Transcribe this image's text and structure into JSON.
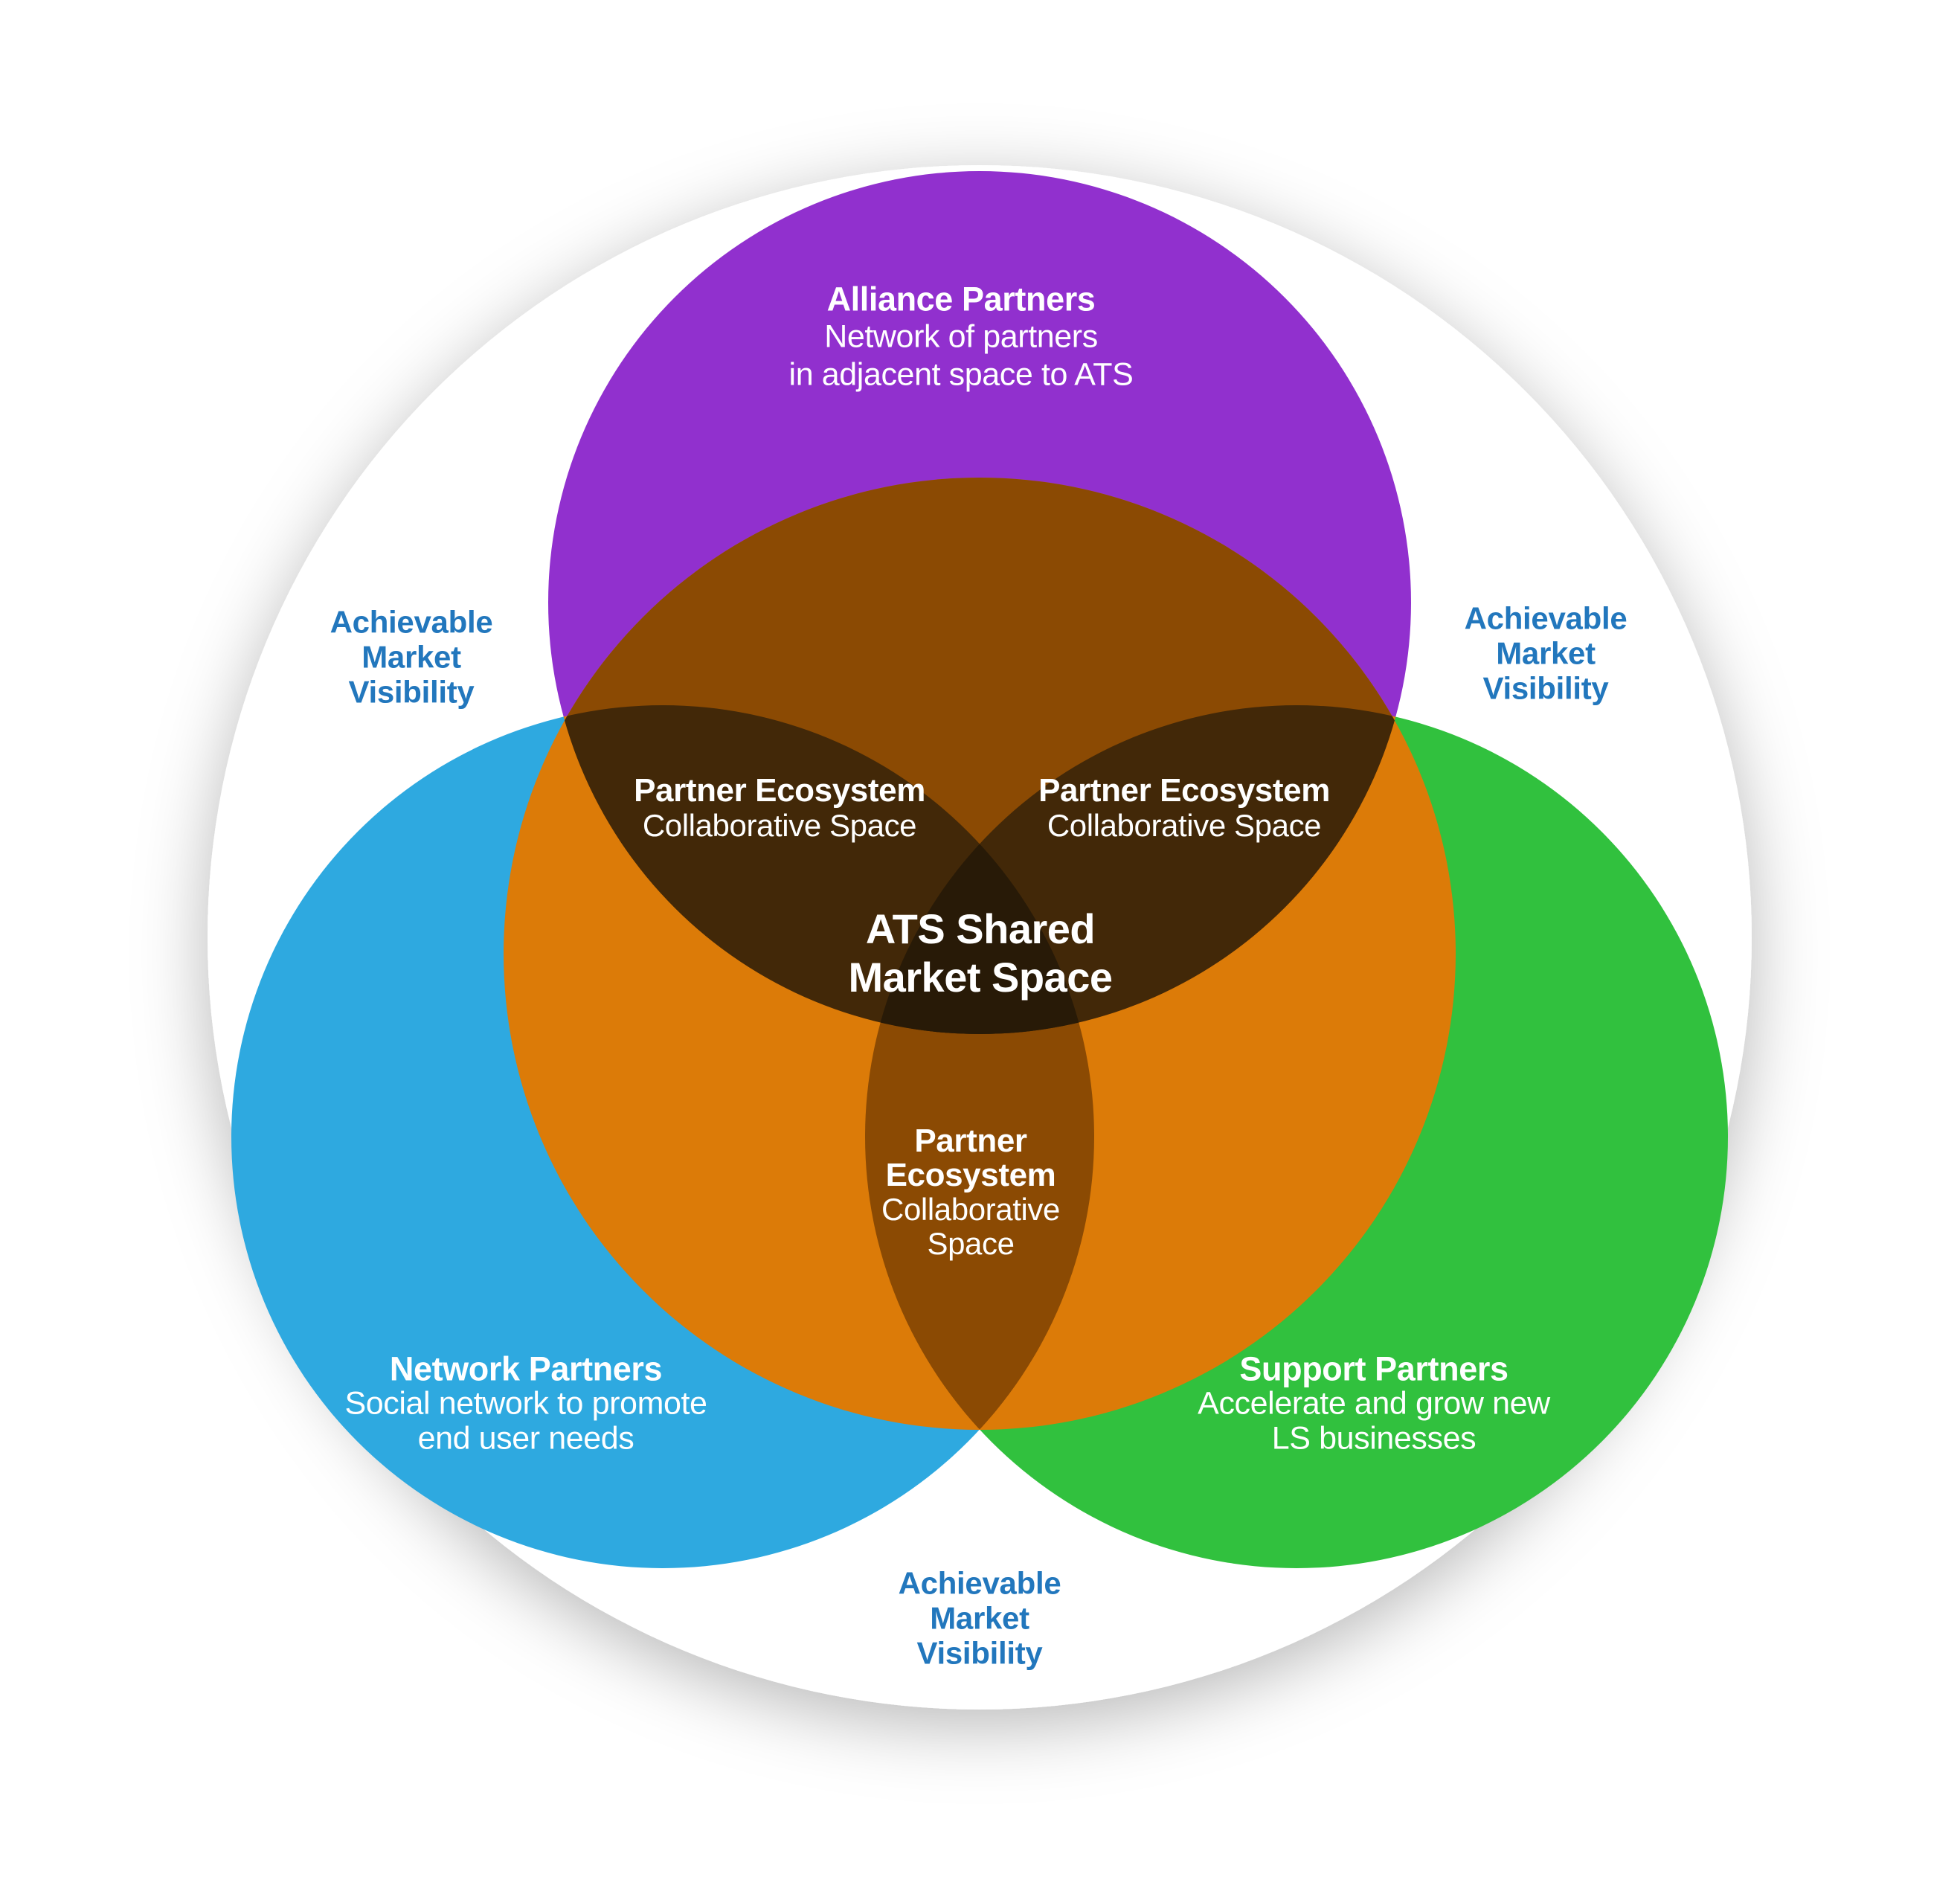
{
  "venn": {
    "colors": {
      "page_background": "#ffffff",
      "outer_circle": "#ffffff",
      "purple": "#9130CE",
      "blue": "#2EA9E0",
      "green": "#31C13E",
      "orange": "#DC7B08",
      "brown_overlap": "#8B4A03",
      "dark_overlap": "#422808",
      "darkest_overlap": "#281A07",
      "visibility_label_blue": "#2277BD",
      "circle_text": "#FFFFFF"
    },
    "labels": {
      "alliance": {
        "title": "Alliance Partners",
        "line1": "Network of partners",
        "line2": "in adjacent space to ATS"
      },
      "network": {
        "title": "Network Partners",
        "line1": "Social network to promote",
        "line2": "end user needs"
      },
      "support": {
        "title": "Support Partners",
        "line1": "Accelerate and grow new",
        "line2": "LS businesses"
      },
      "ats_center": {
        "line1": "ATS Shared",
        "line2": "Market Space"
      },
      "ecosystem_left": {
        "title": "Partner Ecosystem",
        "subtitle": "Collaborative Space"
      },
      "ecosystem_right": {
        "title": "Partner Ecosystem",
        "subtitle": "Collaborative Space"
      },
      "ecosystem_bottom": {
        "line1": "Partner",
        "line2": "Ecosystem",
        "line3": "Collaborative",
        "line4": "Space"
      },
      "visibility_left": {
        "line1": "Achievable",
        "line2": "Market",
        "line3": "Visibility"
      },
      "visibility_right": {
        "line1": "Achievable",
        "line2": "Market",
        "line3": "Visibility"
      },
      "visibility_bottom": {
        "line1": "Achievable",
        "line2": "Market",
        "line3": "Visibility"
      }
    }
  }
}
